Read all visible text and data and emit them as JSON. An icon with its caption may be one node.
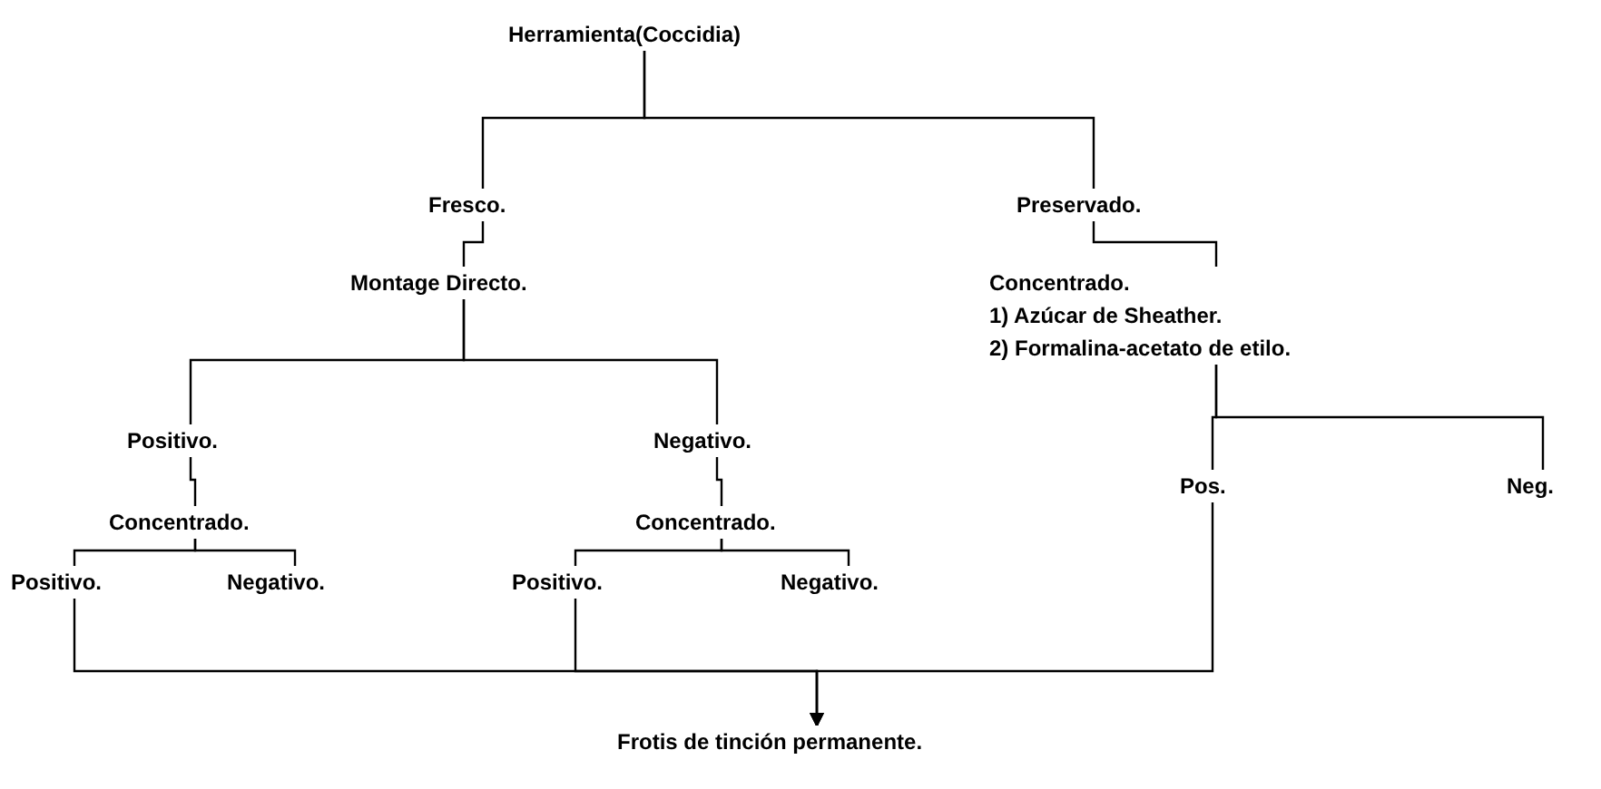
{
  "diagram": {
    "nodes": [
      {
        "text": [
          "Herramienta(Coccidia)"
        ]
      },
      {
        "text": [
          "Fresco."
        ]
      },
      {
        "text": [
          "Preservado."
        ]
      },
      {
        "text": [
          "Montage Directo."
        ]
      },
      {
        "text": [
          "Concentrado.",
          "1) Azúcar de Sheather.",
          "2) Formalina-acetato de etilo."
        ]
      },
      {
        "text": [
          "Positivo."
        ]
      },
      {
        "text": [
          "Negativo."
        ]
      },
      {
        "text": [
          "Pos."
        ]
      },
      {
        "text": [
          "Neg."
        ]
      },
      {
        "text": [
          "Concentrado."
        ]
      },
      {
        "text": [
          "Concentrado."
        ]
      },
      {
        "text": [
          "Positivo."
        ]
      },
      {
        "text": [
          "Negativo."
        ]
      },
      {
        "text": [
          "Positivo."
        ]
      },
      {
        "text": [
          "Negativo."
        ]
      },
      {
        "text": [
          "Frotis de tinción permanente."
        ]
      }
    ],
    "edges": [
      {
        "from": 0,
        "to": 1,
        "arrow": "none"
      },
      {
        "from": 0,
        "to": 2,
        "arrow": "none"
      },
      {
        "from": 1,
        "to": 3,
        "arrow": "none"
      },
      {
        "from": 2,
        "to": 4,
        "arrow": "none"
      },
      {
        "from": 3,
        "to": 5,
        "arrow": "none"
      },
      {
        "from": 3,
        "to": 6,
        "arrow": "none"
      },
      {
        "from": 4,
        "to": 7,
        "arrow": "none"
      },
      {
        "from": 4,
        "to": 8,
        "arrow": "none"
      },
      {
        "from": 5,
        "to": 9,
        "arrow": "none"
      },
      {
        "from": 6,
        "to": 10,
        "arrow": "none"
      },
      {
        "from": 9,
        "to": 11,
        "arrow": "none"
      },
      {
        "from": 9,
        "to": 12,
        "arrow": "none"
      },
      {
        "from": 10,
        "to": 13,
        "arrow": "none"
      },
      {
        "from": 10,
        "to": 14,
        "arrow": "none"
      },
      {
        "from": 11,
        "to": 15,
        "arrow": "to"
      },
      {
        "from": 13,
        "to": 15,
        "arrow": "to"
      },
      {
        "from": 7,
        "to": 15,
        "arrow": "to"
      }
    ]
  }
}
